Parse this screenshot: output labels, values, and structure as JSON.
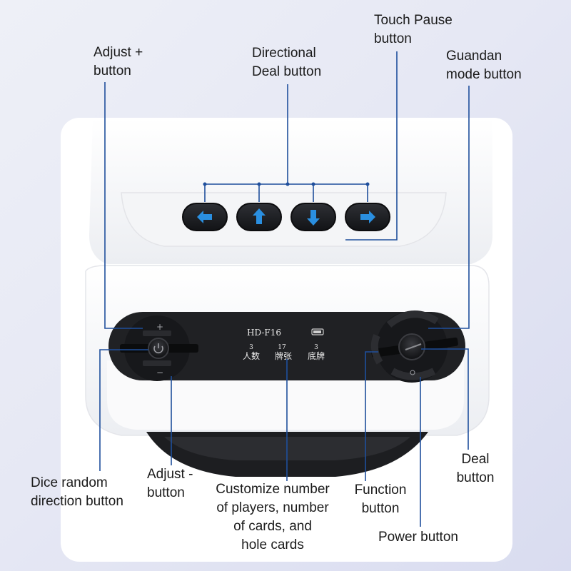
{
  "colors": {
    "leader": "#1f4f9c",
    "button_blue": "#2a8fe0",
    "button_body": "#1b1c1f",
    "panel": "#202124",
    "device_white": "#f7f7f9"
  },
  "icons": {
    "left": "arrow-left-icon",
    "up": "arrow-up-icon",
    "down": "arrow-down-icon",
    "right": "arrow-right-icon",
    "power": "power-icon"
  },
  "labels": {
    "touch_pause": "Touch Pause\nbutton",
    "adjust_plus": "Adjust +\nbutton",
    "directional_deal": "Directional\nDeal button",
    "guandan_mode": "Guandan\nmode button",
    "dice_random": "Dice random\ndirection button",
    "adjust_minus": "Adjust -\nbutton",
    "customize": "Customize number\nof players, number\nof cards, and\nhole cards",
    "function": "Function\nbutton",
    "deal": "Deal\nbutton",
    "power": "Power button"
  },
  "display": {
    "model": "HD-F16",
    "players_value": "3",
    "players_label": "人数",
    "cards_value": "17",
    "cards_label": "牌张",
    "hole_value": "3",
    "hole_label": "底牌"
  },
  "keypad": {
    "plus": "+",
    "minus": "−"
  }
}
